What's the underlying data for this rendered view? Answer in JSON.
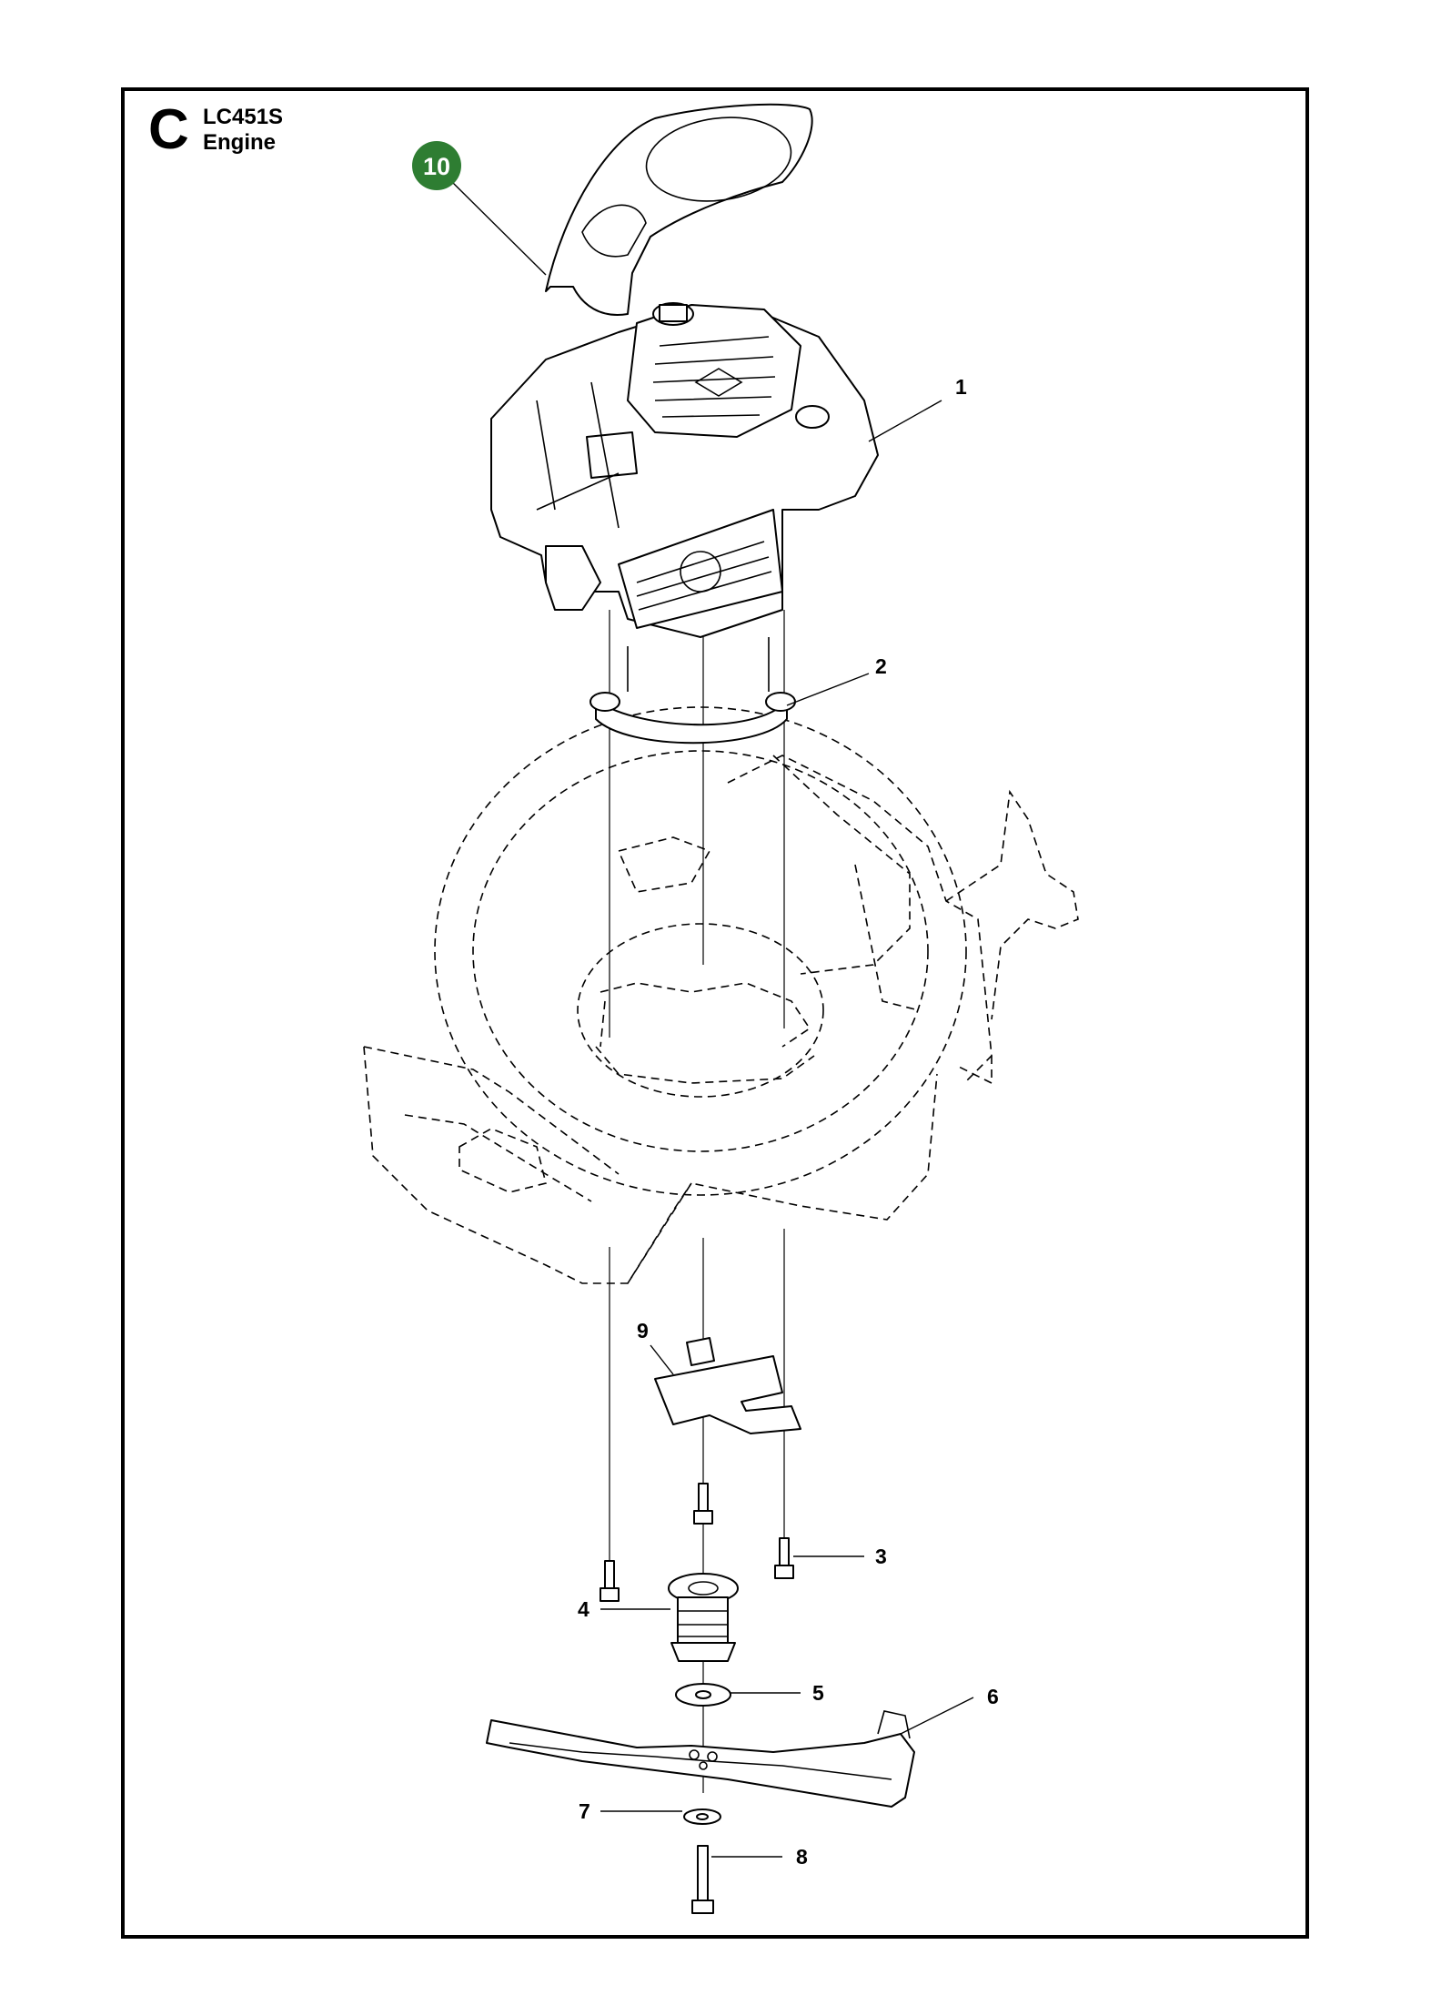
{
  "header": {
    "section_letter": "C",
    "model": "LC451S",
    "section_name": "Engine"
  },
  "colors": {
    "highlight_callout": "#2e7d32",
    "ink": "#000000"
  },
  "callouts": [
    {
      "id": "1",
      "text": "1"
    },
    {
      "id": "2",
      "text": "2"
    },
    {
      "id": "3",
      "text": "3"
    },
    {
      "id": "4",
      "text": "4"
    },
    {
      "id": "5",
      "text": "5"
    },
    {
      "id": "6",
      "text": "6"
    },
    {
      "id": "7",
      "text": "7"
    },
    {
      "id": "8",
      "text": "8"
    },
    {
      "id": "9",
      "text": "9"
    },
    {
      "id": "10",
      "text": "10",
      "highlighted": true
    }
  ]
}
